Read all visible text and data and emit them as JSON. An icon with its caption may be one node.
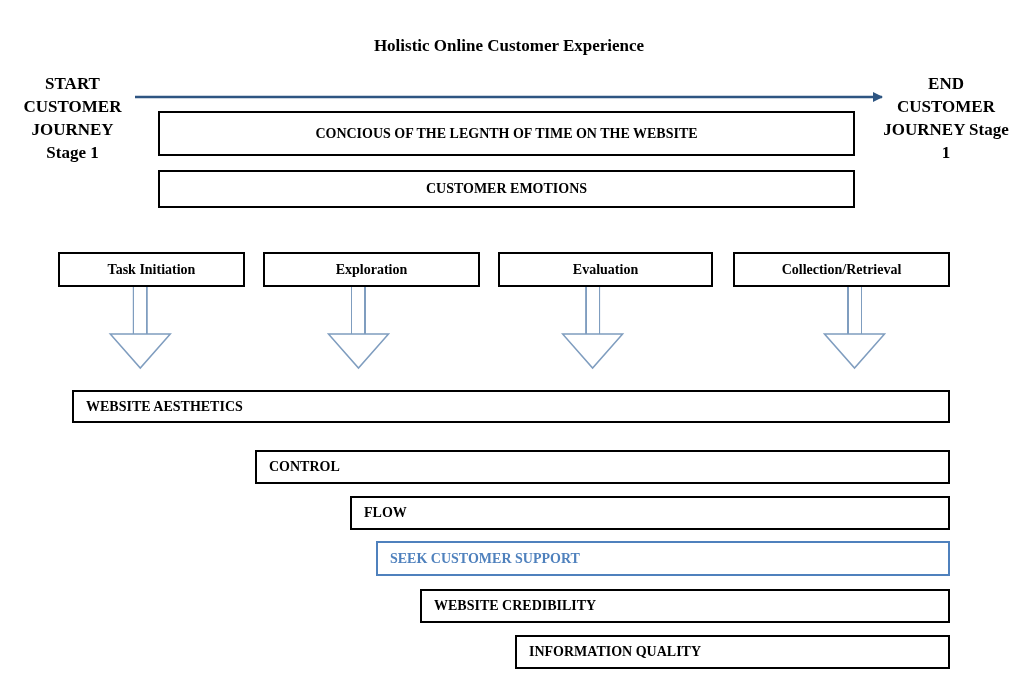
{
  "diagram": {
    "title": "Holistic Online Customer Experience",
    "nodes": [
      {
        "text": [
          "START CUSTOMER JOURNEY Stage 1"
        ]
      },
      {
        "text": [
          "END CUSTOMER JOURNEY Stage 1"
        ]
      },
      {
        "text": [
          "CONCIOUS OF THE LEGNTH OF TIME ON THE WEBSITE"
        ]
      },
      {
        "text": [
          "CUSTOMER EMOTIONS"
        ]
      },
      {
        "text": [
          "Task Initiation"
        ]
      },
      {
        "text": [
          "Exploration"
        ]
      },
      {
        "text": [
          "Evaluation"
        ]
      },
      {
        "text": [
          "Collection/Retrieval"
        ]
      },
      {
        "text": [
          "WEBSITE AESTHETICS"
        ]
      },
      {
        "text": [
          "CONTROL"
        ]
      },
      {
        "text": [
          "FLOW"
        ]
      },
      {
        "text": [
          "SEEK CUSTOMER SUPPORT"
        ]
      },
      {
        "text": [
          "WEBSITE CREDIBILITY"
        ]
      },
      {
        "text": [
          "INFORMATION QUALITY"
        ]
      }
    ],
    "edges": [
      {
        "from": 0,
        "to": 1,
        "arrow": "to",
        "color": "#2e5582"
      },
      {
        "from": 4,
        "to": 8,
        "arrow": "to"
      },
      {
        "from": 5,
        "to": 8,
        "arrow": "to"
      },
      {
        "from": 6,
        "to": 8,
        "arrow": "to"
      },
      {
        "from": 7,
        "to": 8,
        "arrow": "to"
      }
    ]
  }
}
